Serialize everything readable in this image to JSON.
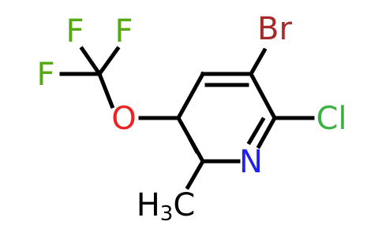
{
  "molecule": {
    "atoms": {
      "bromine": "Br",
      "chlorine": "Cl",
      "nitrogen": "N",
      "oxygen": "O",
      "fluorine_1": "F",
      "fluorine_2": "F",
      "fluorine_3": "F",
      "methyl": {
        "main": "H",
        "sub": "3",
        "tail": "C"
      }
    },
    "colors": {
      "bond": "#000000",
      "bromine": "#a52a2a",
      "chlorine": "#3cb043",
      "nitrogen": "#2222ee",
      "oxygen": "#ee2222",
      "fluorine": "#55aa11",
      "carbon_hydrogen": "#000000"
    }
  }
}
